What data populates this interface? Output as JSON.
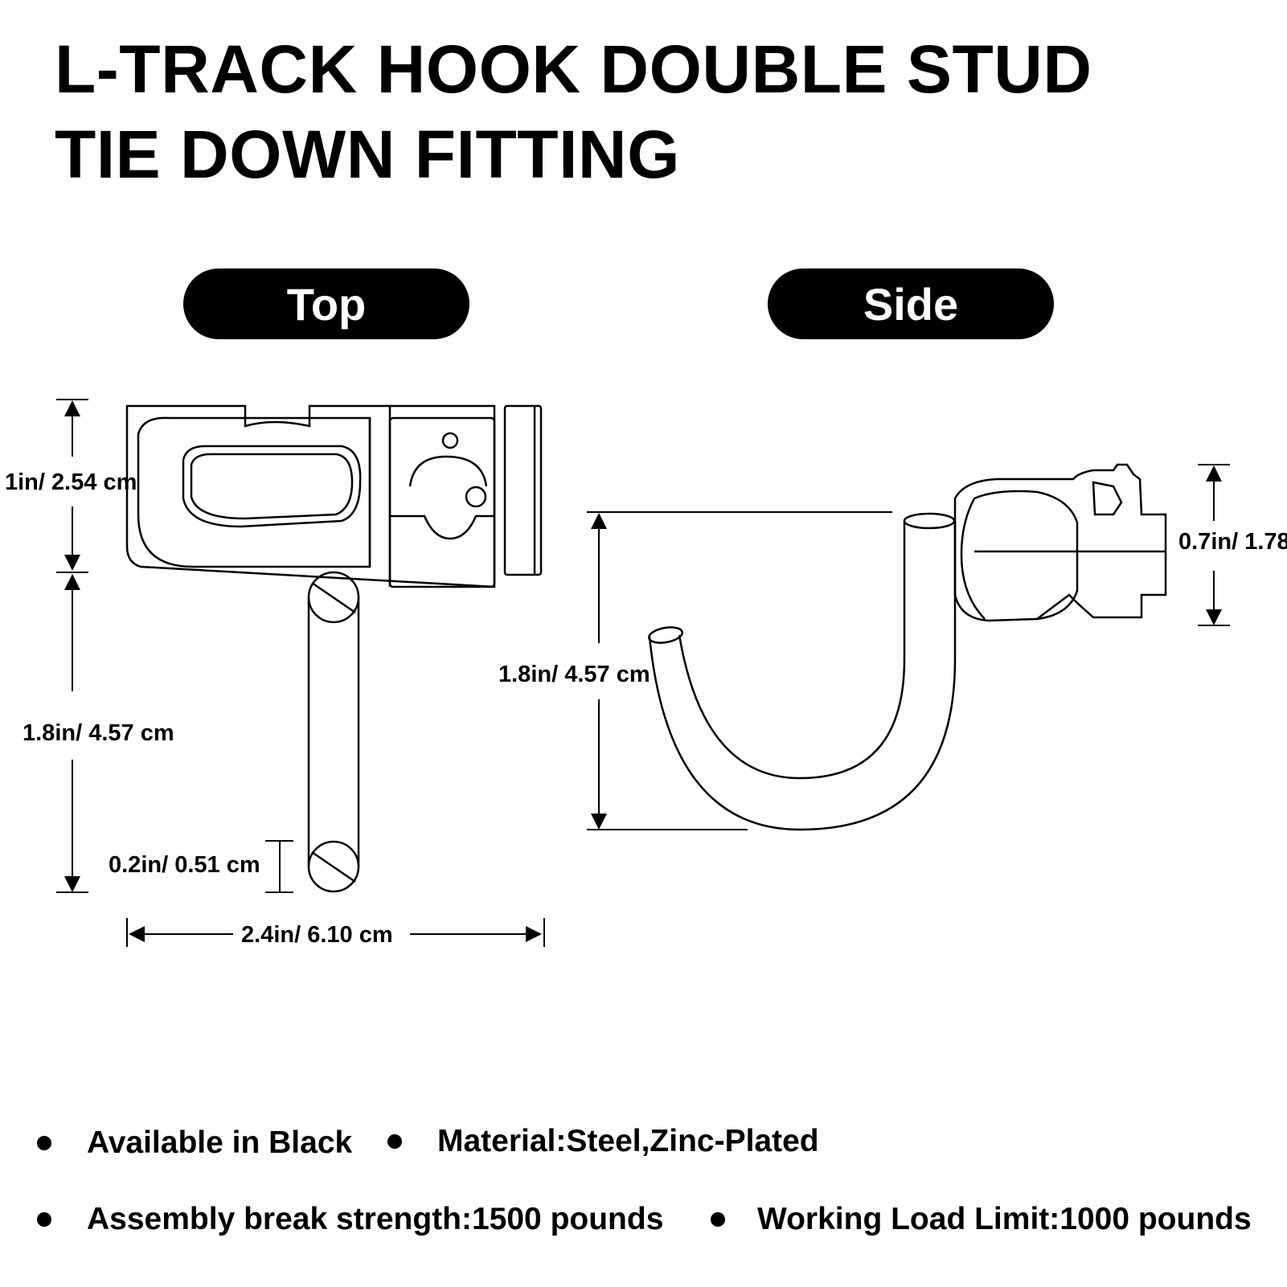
{
  "title": {
    "line1": "L-TRACK HOOK DOUBLE STUD",
    "line2": "TIE DOWN FITTING"
  },
  "views": {
    "top_label": "Top",
    "side_label": "Side"
  },
  "dimensions": {
    "top_height": "1in/ 2.54 cm",
    "top_hook_length": "1.8in/ 4.57 cm",
    "top_rod_diameter": "0.2in/ 0.51 cm",
    "top_width": "2.4in/ 6.10 cm",
    "side_hook_height": "1.8in/ 4.57 cm",
    "side_fitting_height": "0.7in/ 1.78"
  },
  "specs": {
    "color": "Available in Black",
    "material": "Material:Steel,Zinc-Plated",
    "break_strength": "Assembly break strength:1500 pounds",
    "working_load": "Working Load Limit:1000 pounds"
  }
}
